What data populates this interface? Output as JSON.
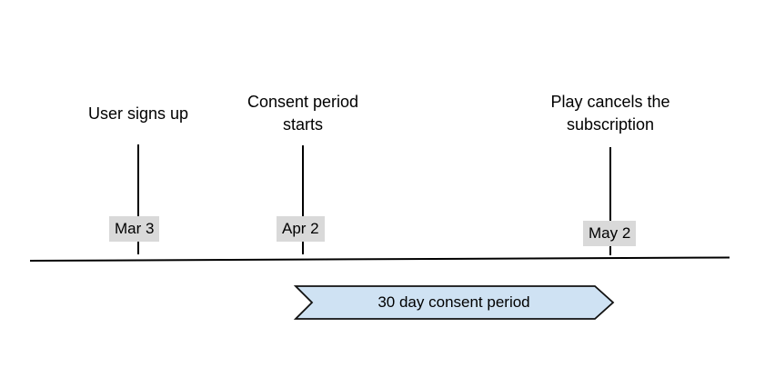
{
  "colors": {
    "background": "#ffffff",
    "text": "#000000",
    "axis": "#000000",
    "tick": "#000000",
    "date-badge-bg": "#d9d9d9",
    "banner-fill": "#cfe2f3",
    "banner-border": "#111111"
  },
  "timeline": {
    "events": [
      {
        "label": "User signs up",
        "date": "Mar 3"
      },
      {
        "label": "Consent period\nstarts",
        "date": "Apr 2"
      },
      {
        "label": "Play cancels the\nsubscription",
        "date": "May 2"
      }
    ]
  },
  "banner": {
    "label": "30 day consent period"
  }
}
